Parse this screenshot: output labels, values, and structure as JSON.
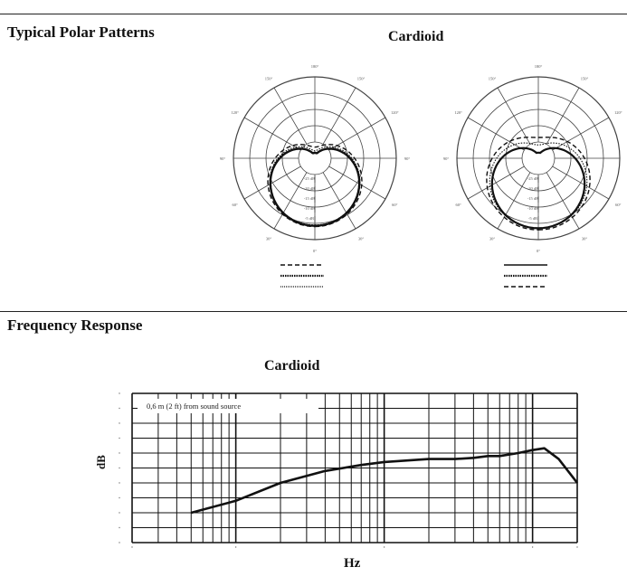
{
  "sections": {
    "polar_heading": "Typical Polar Patterns",
    "polar_subtitle": "Cardioid",
    "freq_heading": "Frequency Response",
    "freq_subtitle": "Cardioid"
  },
  "freq_chart": {
    "annotation": "0,6 m (2 ft) from sound source",
    "xlabel": "Hz",
    "ylabel": "dB"
  },
  "chart_data": [
    {
      "type": "line",
      "chart": "polar-left",
      "angle_labels": [
        "180°",
        "150°",
        "150°",
        "120°",
        "120°",
        "90°",
        "90°",
        "60°",
        "60°",
        "30°",
        "30°",
        "0°"
      ],
      "ring_labels": [
        "-25 dB",
        "-20 dB",
        "-15 dB",
        "-10 dB",
        "-5 dB"
      ],
      "legend": [
        "",
        "",
        ""
      ]
    },
    {
      "type": "line",
      "chart": "polar-right",
      "angle_labels": [
        "180°",
        "150°",
        "150°",
        "120°",
        "120°",
        "90°",
        "90°",
        "60°",
        "60°",
        "30°",
        "30°",
        "0°"
      ],
      "ring_labels": [
        "-25 dB",
        "-20 dB",
        "-15 dB",
        "-10 dB",
        "-5 dB"
      ],
      "legend": [
        "",
        "",
        ""
      ]
    },
    {
      "type": "line",
      "chart": "frequency-response",
      "x": [
        50,
        100,
        200,
        400,
        700,
        1000,
        2000,
        3000,
        4000,
        5000,
        6000,
        8000,
        10000,
        12000,
        15000,
        20000
      ],
      "values": [
        -10,
        -8,
        -5,
        -3,
        -2,
        -1.5,
        -1,
        -1,
        -0.8,
        -0.5,
        -0.5,
        0,
        0.5,
        0.8,
        -1,
        -5
      ],
      "xlim": [
        20,
        20000
      ],
      "ylim": [
        -15,
        10
      ],
      "x_scale": "log"
    }
  ]
}
